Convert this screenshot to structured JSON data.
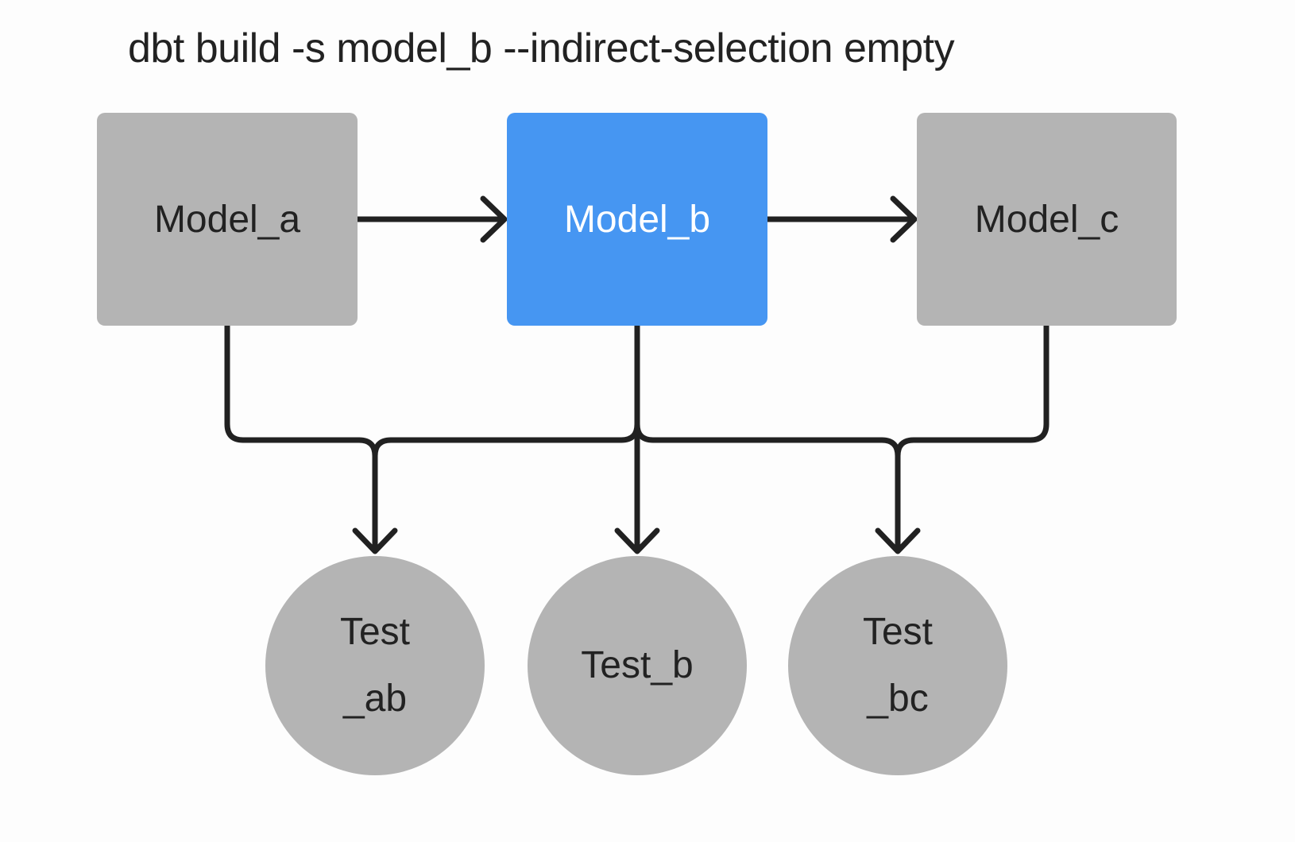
{
  "title": "dbt build -s model_b --indirect-selection empty",
  "colors": {
    "background": "#fdfdfd",
    "node_gray": "#b4b4b4",
    "node_blue": "#4696f2",
    "line": "#212121",
    "text_dark": "#222222",
    "text_light": "#ffffff"
  },
  "nodes": {
    "model_a": {
      "label": "Model_a",
      "shape": "rect",
      "highlighted": false
    },
    "model_b": {
      "label": "Model_b",
      "shape": "rect",
      "highlighted": true
    },
    "model_c": {
      "label": "Model_c",
      "shape": "rect",
      "highlighted": false
    },
    "test_ab": {
      "label_line1": "Test",
      "label_line2": "_ab",
      "shape": "circle"
    },
    "test_b": {
      "label": "Test_b",
      "shape": "circle"
    },
    "test_bc": {
      "label_line1": "Test",
      "label_line2": "_bc",
      "shape": "circle"
    }
  },
  "edges": [
    {
      "from": "model_a",
      "to": "model_b"
    },
    {
      "from": "model_b",
      "to": "model_c"
    },
    {
      "from": "model_a",
      "to": "test_ab"
    },
    {
      "from": "model_b",
      "to": "test_ab"
    },
    {
      "from": "model_b",
      "to": "test_b"
    },
    {
      "from": "model_b",
      "to": "test_bc"
    },
    {
      "from": "model_c",
      "to": "test_bc"
    }
  ]
}
